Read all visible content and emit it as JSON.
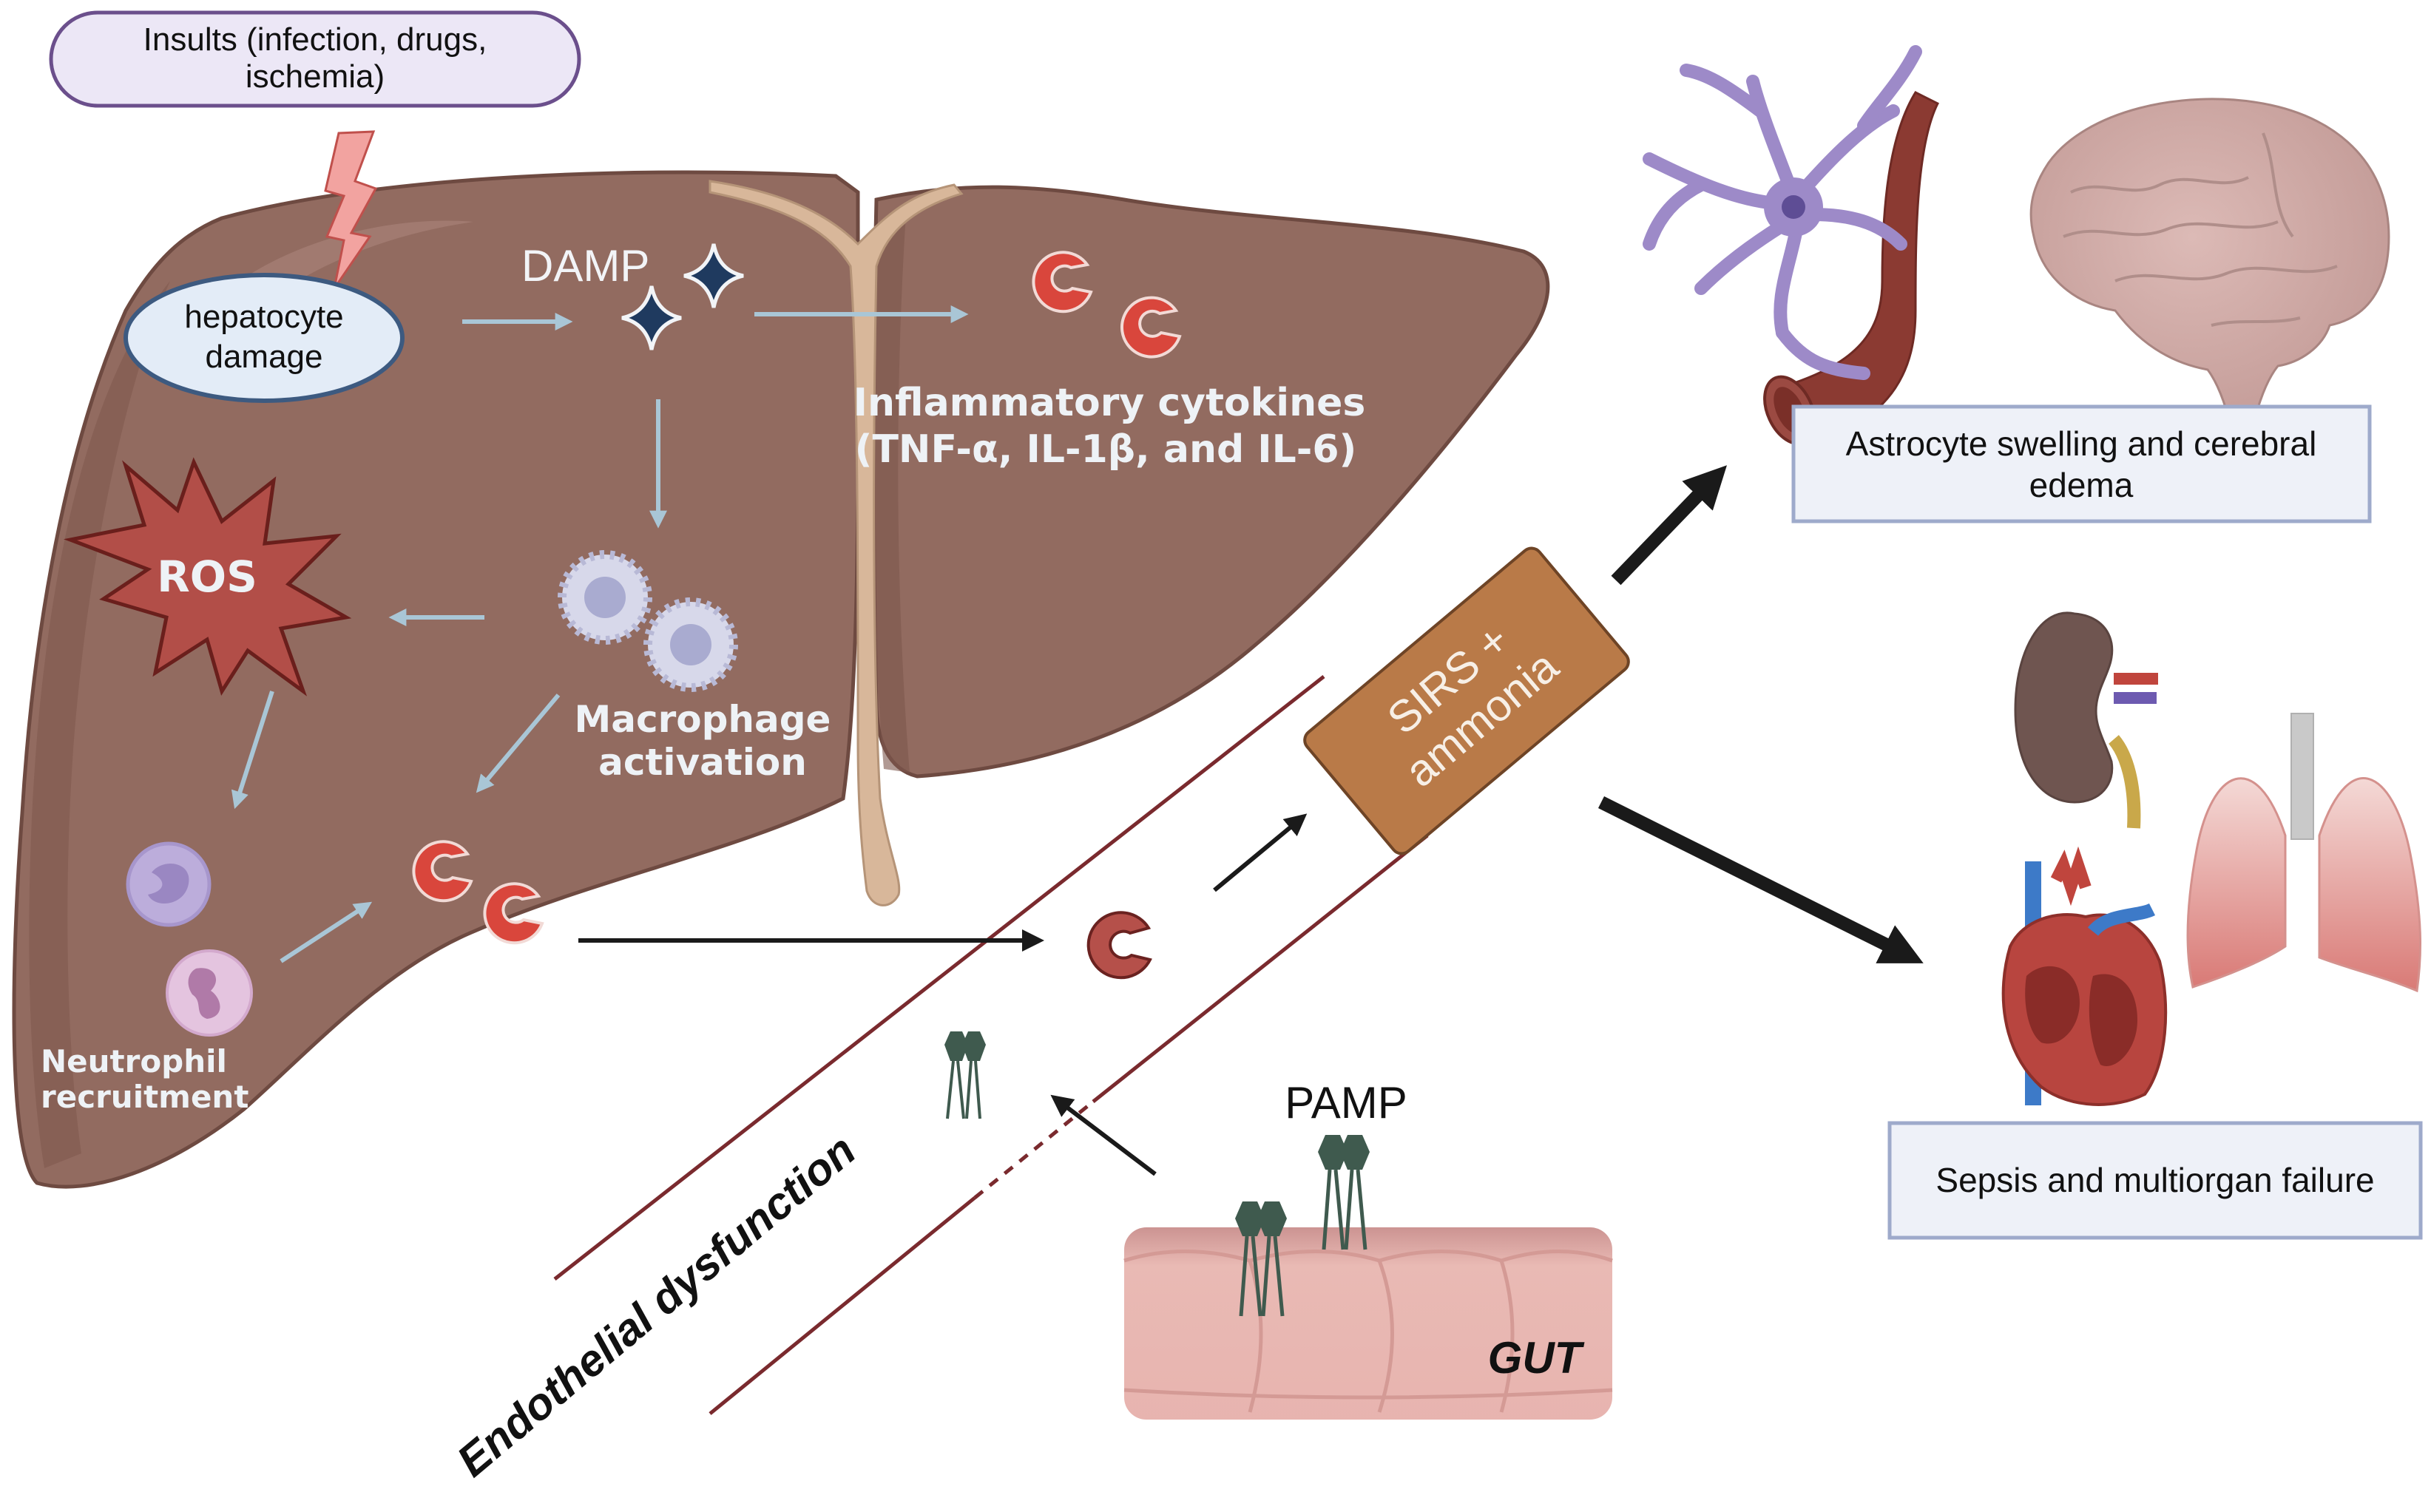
{
  "title": "Pathophysiology of acute liver failure: from hepatocyte damage to systemic complications",
  "colors": {
    "liver": "#926b60",
    "liver_dark": "#7d574d",
    "liver_outline": "#6e4a41",
    "ligament": "#d8b79a",
    "arrow_light": "#a9c6d6",
    "arrow_dark": "#1a1a1a",
    "cytokine": "#d9463c",
    "cytokine_dark": "#b5504a",
    "ros": "#b24e48",
    "damp_star": "#1f3a5f",
    "vessel_line": "#7a2a2e",
    "sirs_box": "#b97a48",
    "pamp": "#3f5a4e",
    "outcome_box_fill": "#eef1f8",
    "outcome_box_border": "#9eaacb",
    "insults_fill": "#ece7f6",
    "insults_border": "#6b4f8c",
    "hepatocyte_fill": "#e3ecf7",
    "hepatocyte_border": "#3d5a80"
  },
  "labels": {
    "insults_line1": "Insults (infection, drugs,",
    "insults_line2": "ischemia)",
    "hepatocyte_line1": "hepatocyte",
    "hepatocyte_line2": "damage",
    "damp": "DAMP",
    "cytokines_line1": "Inflammatory cytokines",
    "cytokines_line2": "(TNF-α, IL-1β, and IL-6)",
    "ros": "ROS",
    "macrophage_line1": "Macrophage",
    "macrophage_line2": "activation",
    "neutrophil_line1": "Neutrophil",
    "neutrophil_line2": "recruitment",
    "sirs_line1": "SIRS +",
    "sirs_line2": "ammonia",
    "endothelial": "Endothelial dysfunction",
    "pamp": "PAMP",
    "gut": "GUT",
    "astrocyte_line1": "Astrocyte swelling and cerebral",
    "astrocyte_line2": "edema",
    "sepsis": "Sepsis and multiorgan failure"
  },
  "icons": [
    "lightning-icon",
    "damp-star-icon",
    "cytokine-icon",
    "ros-burst-icon",
    "macrophage-icon",
    "monocyte-icon",
    "neutrophil-icon",
    "pamp-bacteriophage-icon",
    "gut-icon",
    "astrocyte-icon",
    "blood-vessel-icon",
    "brain-icon",
    "kidney-icon",
    "lungs-icon",
    "heart-icon"
  ]
}
